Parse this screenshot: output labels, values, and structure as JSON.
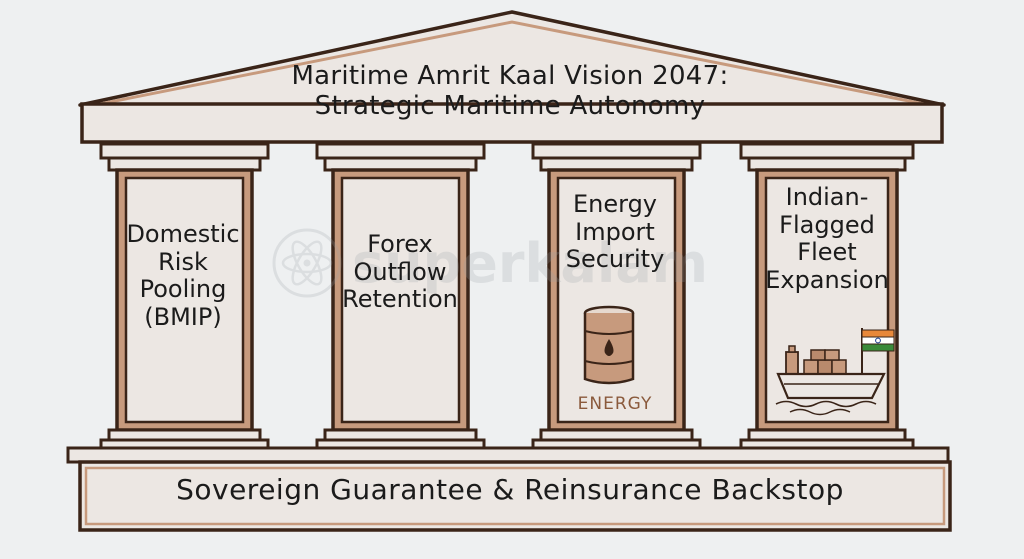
{
  "roof": {
    "title_line1": "Maritime Amrit Kaal Vision 2047:",
    "title_line2": "Strategic Maritime Autonomy"
  },
  "pillars": [
    {
      "lines": [
        "Domestic",
        "Risk",
        "Pooling",
        "(BMIP)"
      ]
    },
    {
      "lines": [
        "Forex",
        "Outflow",
        "Retention"
      ]
    },
    {
      "lines": [
        "Energy",
        "Import",
        "Security"
      ],
      "illustration": "oil-barrel-icon",
      "illustration_label": "ENERGY"
    },
    {
      "lines": [
        "Indian-",
        "Flagged",
        "Fleet",
        "Expansion"
      ],
      "illustration": "cargo-ship-with-indian-flag-icon"
    }
  ],
  "foundation": {
    "label": "Sovereign Guarantee & Reinsurance Backstop"
  },
  "watermark": {
    "text": "superkalam",
    "icon": "atom-icon"
  },
  "colors": {
    "outline": "#3a2418",
    "fill_tan": "#c79a7d",
    "fill_light": "#ece7e3",
    "background": "#eef0f1",
    "flag_saffron": "#e8883a",
    "flag_green": "#3a8a3a"
  }
}
